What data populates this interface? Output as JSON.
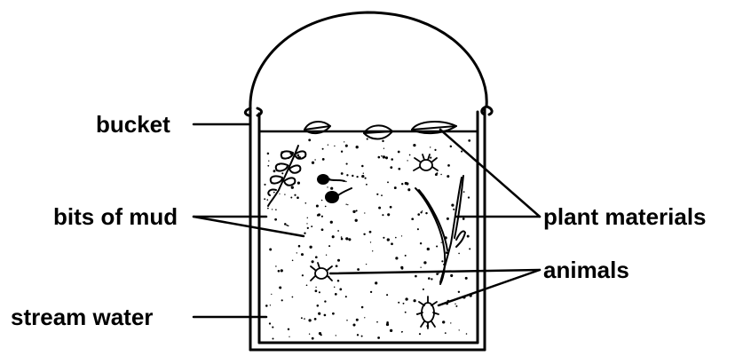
{
  "labels": {
    "bucket": "bucket",
    "bits_of_mud": "bits of mud",
    "stream_water": "stream water",
    "plant_materials": "plant materials",
    "animals": "animals"
  },
  "colors": {
    "ink": "#000000",
    "background": "#ffffff"
  },
  "icons": [
    "leaf-icon",
    "waterweed-icon",
    "tadpole-icon",
    "water-bug-icon",
    "grass-blade-icon",
    "mosquito-larva-icon"
  ]
}
